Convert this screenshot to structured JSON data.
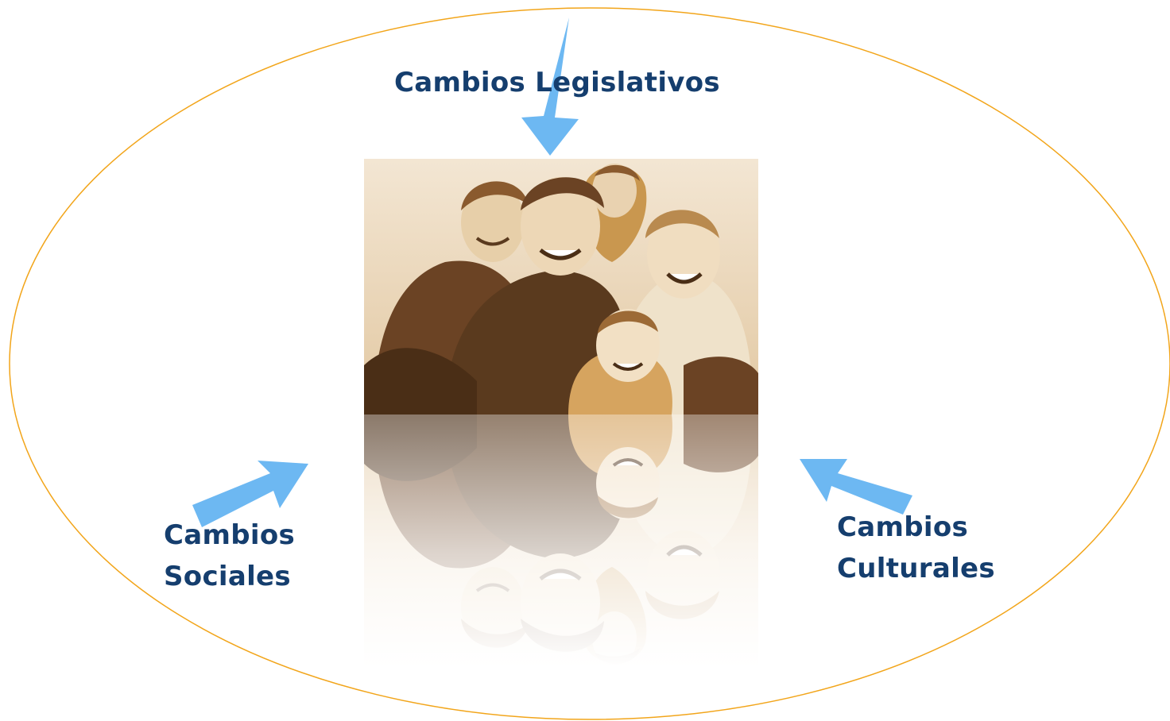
{
  "diagram": {
    "colors": {
      "outline": "#f2a51a",
      "arrow": "#6db8f2",
      "label": "#153e6e",
      "photo_dark": "#3a2614",
      "photo_mid": "#8a5a2e",
      "photo_light": "#d8b58a"
    },
    "center_image": "family-photo-with-reflection",
    "labels": {
      "legislativos": "Cambios Legislativos",
      "sociales_line1": "Cambios",
      "sociales_line2": "Sociales",
      "culturales_line1": "Cambios",
      "culturales_line2": "Culturales"
    }
  }
}
